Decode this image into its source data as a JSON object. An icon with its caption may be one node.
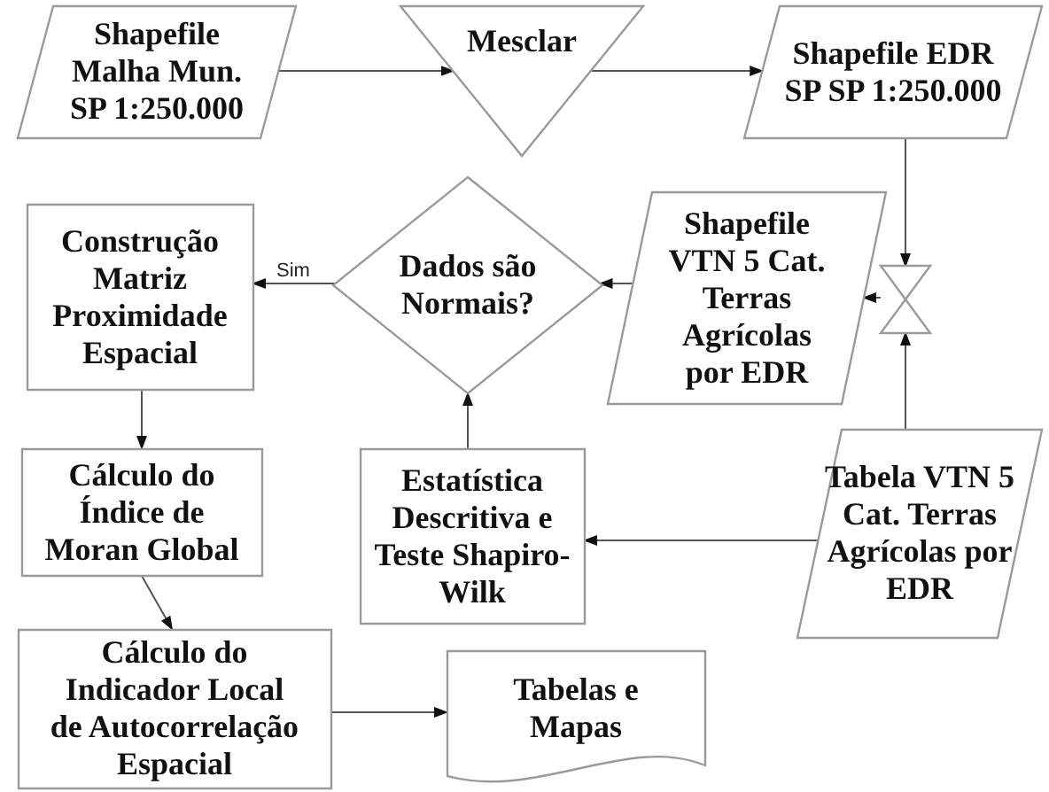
{
  "diagram": {
    "nodes": [
      {
        "text": [
          "Shapefile Malha Mun. SP 1:250.000"
        ]
      },
      {
        "text": [
          "Mesclar"
        ]
      },
      {
        "text": [
          "Shapefile EDR SP SP 1:250.000"
        ]
      },
      {
        "text": [],
        "shape": "hourglass"
      },
      {
        "text": [
          "Shapefile VTN 5 Cat. Terras Agrícolas por EDR"
        ]
      },
      {
        "text": [
          "Dados são Normais?"
        ]
      },
      {
        "text": [
          "Construção Matriz Proximidade Espacial"
        ]
      },
      {
        "text": [
          "Tabela VTN 5 Cat. Terras Agrícolas por EDR"
        ]
      },
      {
        "text": [
          "Estatística Descritiva e Teste Shapiro-Wilk"
        ]
      },
      {
        "text": [
          "Cálculo do Índice de Moran Global"
        ]
      },
      {
        "text": [
          "Cálculo do Indicador Local de Autocorrelação Espacial"
        ]
      },
      {
        "text": [
          "Tabelas e Mapas"
        ]
      }
    ],
    "edges": [
      {
        "from": 0,
        "to": 1,
        "arrow": "to"
      },
      {
        "from": 1,
        "to": 2,
        "arrow": "to"
      },
      {
        "from": 2,
        "to": 3,
        "arrow": "to"
      },
      {
        "from": 7,
        "to": 3,
        "arrow": "to"
      },
      {
        "from": 3,
        "to": 4,
        "arrow": "to"
      },
      {
        "from": 4,
        "to": 5,
        "arrow": "to"
      },
      {
        "from": 5,
        "to": 6,
        "arrow": "to",
        "label": "Sim"
      },
      {
        "from": 8,
        "to": 5,
        "arrow": "to"
      },
      {
        "from": 7,
        "to": 8,
        "arrow": "to"
      },
      {
        "from": 6,
        "to": 9,
        "arrow": "to"
      },
      {
        "from": 9,
        "to": 10,
        "arrow": "to"
      },
      {
        "from": 10,
        "to": 11,
        "arrow": "to"
      }
    ]
  }
}
